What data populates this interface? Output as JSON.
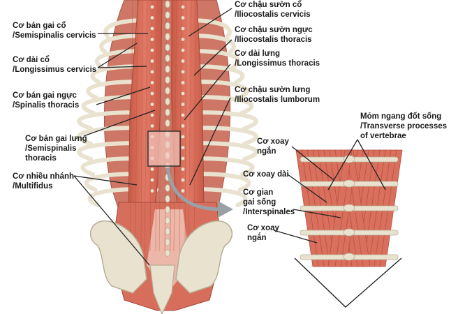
{
  "labels": {
    "semispinalis_cervicis": [
      "Cơ bán gai cổ",
      "/Semispinalis cervicis"
    ],
    "longissimus_cervicis": [
      "Cơ dài cổ",
      "/Longissimus cervicis"
    ],
    "spinalis_thoracis": [
      "Cơ bán gai ngực",
      "/Spinalis thoracis"
    ],
    "semispinalis_thoracis": [
      "Cơ bán gai lưng",
      "/Semispinalis",
      "thoracis"
    ],
    "multifidus": [
      "Cơ nhiều nhánh",
      "/Multifidus"
    ],
    "iliocostalis_cervicis": [
      "Cơ chậu sườn cổ",
      "/Iliocostalis cervicis"
    ],
    "iliocostalis_thoracis": [
      "Cơ chậu sườn ngực",
      "/Iliocostalis thoracis"
    ],
    "longissimus_thoracis": [
      "Cơ dài lưng",
      "/Longissimus thoracis"
    ],
    "iliocostalis_lumborum": [
      "Cơ chậu sườn lưng",
      "/Iliocostalis lumborum"
    ],
    "transverse_processes": [
      "Mỏm ngang đốt sống",
      "/Transverse processes",
      "of vertebrae"
    ],
    "rotatores_short_top": [
      "Cơ xoay",
      "ngắn"
    ],
    "rotatores_long": [
      "Cơ xoay dài"
    ],
    "interspinales": [
      "Cơ gian",
      "gai sống",
      "/Interspinales"
    ],
    "rotatores_short_bottom": [
      "Cơ xoay",
      "ngắn"
    ]
  },
  "colors": {
    "muscle": "#d9705d",
    "muscle_dark": "#b9503f",
    "muscle_light": "#ecae9f",
    "bone": "#e8e2cf",
    "bone_stroke": "#b7ae96",
    "line": "#222222",
    "arrow": "#9aa0a6"
  }
}
